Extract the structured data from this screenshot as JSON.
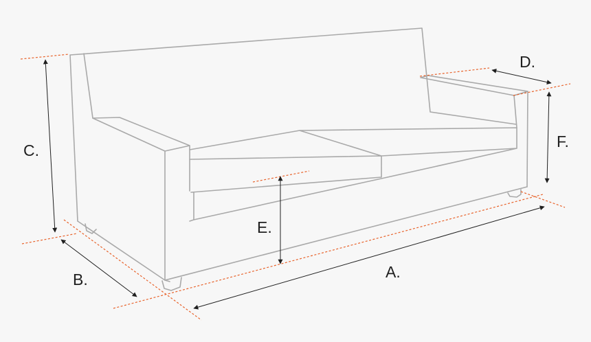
{
  "labels": {
    "a": "A.",
    "b": "B.",
    "c": "C.",
    "d": "D.",
    "e": "E.",
    "f": "F."
  },
  "colors": {
    "background": "#f7f7f7",
    "sofa_outline": "#a9a9a9",
    "guide_dashed": "#e8622a",
    "dimension_arrow": "#1f1f1f"
  }
}
